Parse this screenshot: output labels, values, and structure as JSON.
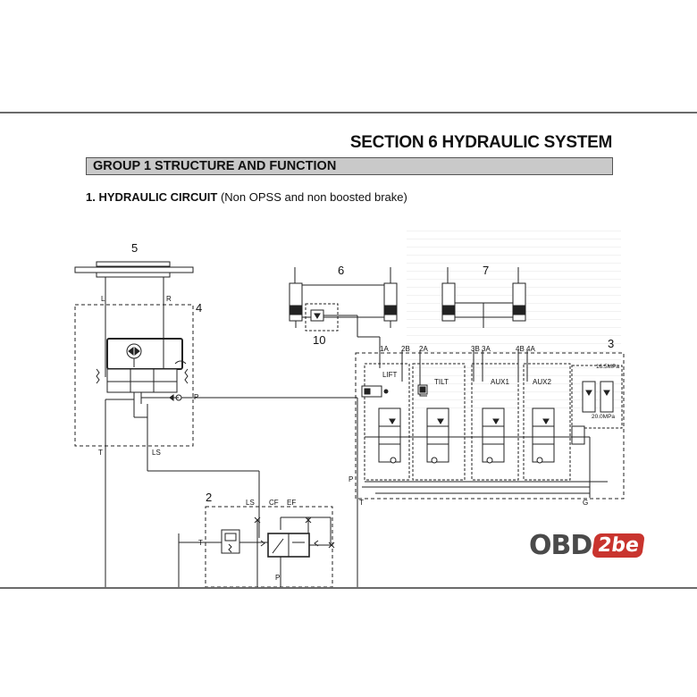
{
  "header": {
    "section_title": "SECTION 6  HYDRAULIC SYSTEM",
    "group_title": "GROUP 1  STRUCTURE AND FUNCTION"
  },
  "circuit": {
    "heading_bold": "1. HYDRAULIC CIRCUIT",
    "heading_note": " (Non OPSS and non boosted brake)"
  },
  "diagram": {
    "callouts": {
      "n2": "2",
      "n3": "3",
      "n4": "4",
      "n5": "5",
      "n6": "6",
      "n7": "7",
      "n10": "10"
    },
    "ports": {
      "L": "L",
      "R": "R",
      "P_top": "P",
      "T_left": "T",
      "LS_top": "LS",
      "LS_priority": "LS",
      "CF": "CF",
      "EF": "EF",
      "T_priority": "T",
      "P_priority": "P",
      "P_valve": "P",
      "T_valve": "T",
      "G": "G",
      "1A": "1A",
      "2B": "2B",
      "2A": "2A",
      "3B": "3B",
      "3A": "3A",
      "4B": "4B",
      "4A": "4A"
    },
    "sections": {
      "lift": "LIFT",
      "tilt": "TILT",
      "aux1": "AUX1",
      "aux2": "AUX2"
    },
    "pressures": {
      "high": "16.5MPa",
      "low": "20.0MPa"
    }
  },
  "watermark": {
    "text": "OBD",
    "badge": "2be"
  }
}
